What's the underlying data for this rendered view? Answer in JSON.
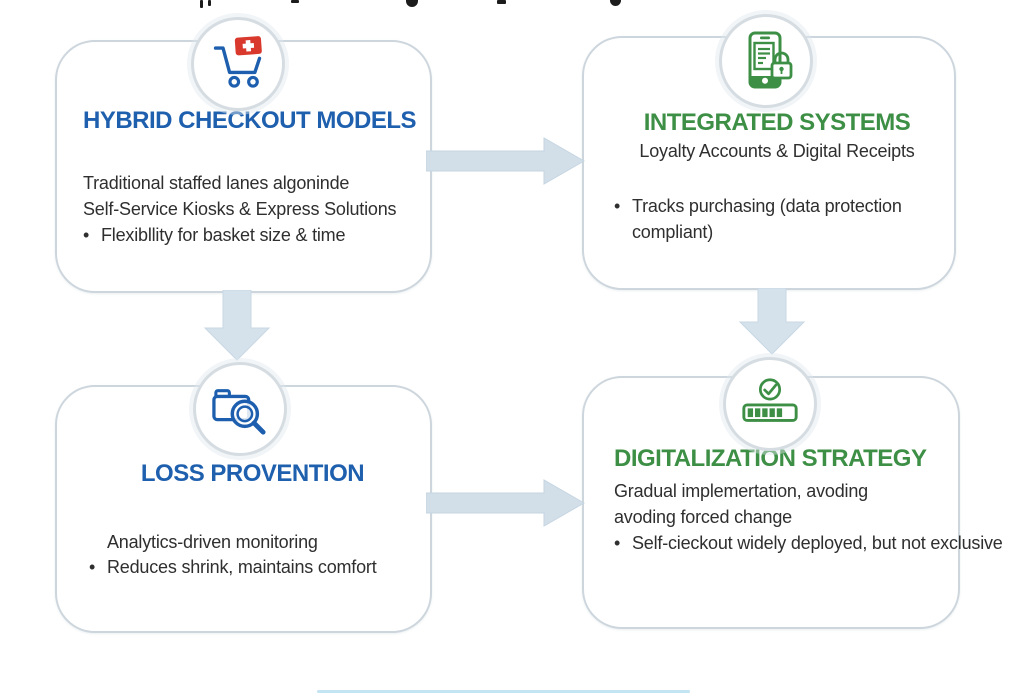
{
  "palette": {
    "blue_heading": "#1e5fae",
    "green_heading": "#3d8f46",
    "body_text": "#2f2f2f",
    "card_border": "#cdd6dd",
    "arrow_fill": "#d2dfe9",
    "icon_blue": "#1d5fae",
    "icon_green": "#3d8f46",
    "swiss_cross_red": "#d8392c",
    "bottom_line_blue": "#c3e4f3"
  },
  "bullet_glyph": "•",
  "cards": [
    {
      "id": "hybrid-checkout-models",
      "icon": "shopping-cart-swiss-cross-icon",
      "title": "HYBRID CHECKOUT MODELS",
      "lines": [
        "Traditional staffed lanes algoninde",
        "Self-Service Kiosks & Express Solutions"
      ],
      "bullets": [
        "Flexibllity for basket size & time"
      ]
    },
    {
      "id": "integrated-systems",
      "icon": "phone-receipt-lock-icon",
      "title": "INTEGRATED SYSTEMS",
      "subtitle": "Loyalty Accounts & Digital Receipts",
      "bullets": [
        "Tracks purchasing (data protection compliant)"
      ]
    },
    {
      "id": "loss-provention",
      "icon": "camera-magnifier-icon",
      "title": "LOSS PROVENTION",
      "lines": [
        "Analytics-driven monitoring"
      ],
      "bullets": [
        "Reduces shrink, maintains comfort"
      ]
    },
    {
      "id": "digitalization-strategy",
      "icon": "checkmark-progress-bar-icon",
      "title": "DIGITALIZATION STRATEGY",
      "lines": [
        "Gradual implemertation, avoding",
        "avoding forced change"
      ],
      "bullets": [
        "Self-cieckout widely deployed, but not exclusive"
      ]
    }
  ]
}
